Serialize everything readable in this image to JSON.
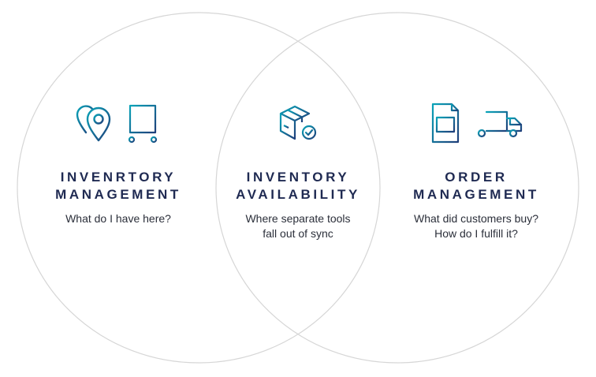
{
  "sections": [
    {
      "id": "inventory-management",
      "title_lines": [
        "INVENRTORY",
        "MANAGEMENT"
      ],
      "subtitle_lines": [
        "What do I have here?"
      ],
      "icons": [
        "location-pin-icon",
        "cart-boxes-icon"
      ]
    },
    {
      "id": "inventory-availability",
      "title_lines": [
        "INVENTORY",
        "AVAILABILITY"
      ],
      "subtitle_lines": [
        "Where separate tools",
        "fall out of sync"
      ],
      "icons": [
        "box-check-icon"
      ]
    },
    {
      "id": "order-management",
      "title_lines": [
        "ORDER",
        "MANAGEMENT"
      ],
      "subtitle_lines": [
        "What did customers buy?",
        "How do I fulfill it?"
      ],
      "icons": [
        "invoice-document-icon",
        "delivery-truck-icon"
      ]
    }
  ],
  "colors": {
    "title": "#1f2a52",
    "subtitle": "#2b2f3a",
    "ring": "#d6d6d6",
    "icon_gradient_start": "#0aa3b8",
    "icon_gradient_end": "#1f3f7a"
  }
}
